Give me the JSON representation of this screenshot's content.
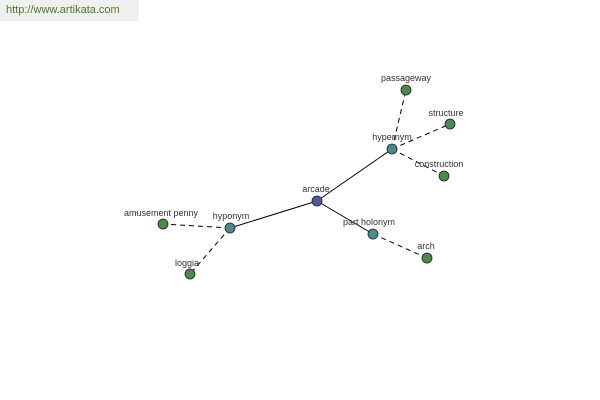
{
  "banner": {
    "url_text": "http://www.artikata.com"
  },
  "colors": {
    "root": "#4a5a9a",
    "relation": "#4a8a8a",
    "leaf": "#4a8a4a",
    "banner_text": "#4a7a2a",
    "banner_bg": "#f0f0f0"
  },
  "diagram": {
    "nodes": [
      {
        "id": "arcade",
        "label": "arcade",
        "kind": "root"
      },
      {
        "id": "hypernym",
        "label": "hypernym",
        "kind": "relation"
      },
      {
        "id": "hyponym",
        "label": "hyponym",
        "kind": "relation"
      },
      {
        "id": "part_holonym",
        "label": "part holonym",
        "kind": "relation"
      },
      {
        "id": "passageway",
        "label": "passageway",
        "kind": "leaf"
      },
      {
        "id": "structure",
        "label": "structure",
        "kind": "leaf"
      },
      {
        "id": "construction",
        "label": "construction",
        "kind": "leaf"
      },
      {
        "id": "amusement_penny",
        "label": "amusement penny",
        "kind": "leaf"
      },
      {
        "id": "loggia",
        "label": "loggia",
        "kind": "leaf"
      },
      {
        "id": "arch",
        "label": "arch",
        "kind": "leaf"
      }
    ],
    "edges": [
      {
        "from": "arcade",
        "to": "hypernym",
        "style": "solid"
      },
      {
        "from": "arcade",
        "to": "hyponym",
        "style": "solid"
      },
      {
        "from": "arcade",
        "to": "part_holonym",
        "style": "solid"
      },
      {
        "from": "hypernym",
        "to": "passageway",
        "style": "dashed"
      },
      {
        "from": "hypernym",
        "to": "structure",
        "style": "dashed"
      },
      {
        "from": "hypernym",
        "to": "construction",
        "style": "dashed"
      },
      {
        "from": "hyponym",
        "to": "amusement_penny",
        "style": "dashed"
      },
      {
        "from": "hyponym",
        "to": "loggia",
        "style": "dashed"
      },
      {
        "from": "part_holonym",
        "to": "arch",
        "style": "dashed"
      }
    ]
  }
}
